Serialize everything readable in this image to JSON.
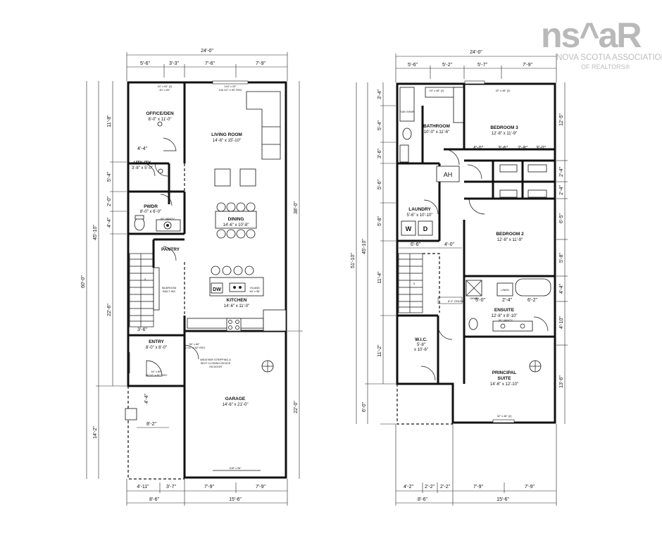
{
  "logo": {
    "mark": "ns^aR",
    "line1": "NOVA SCOTIA ASSOCIATION",
    "line2": "OF REALTORS®"
  },
  "main_floor": {
    "overall_width": "24'-0\"",
    "top_dims": [
      "5'-6\"",
      "3'-3\"",
      "7'-6\"",
      "7'-9\""
    ],
    "bottom_dims": [
      "4'-11\"",
      "3'-7\"",
      "7'-9\"",
      "7'-9\""
    ],
    "bottom_totals": [
      "8'-6\"",
      "15'-6\""
    ],
    "left_outer": "60'-0\"",
    "left_mid": [
      "45'-10\"",
      "14'-2\""
    ],
    "left_inner": [
      "11'-8\"",
      "5'-4\"",
      "2'-0\"",
      "4'-4\"",
      "22'-6\""
    ],
    "right_dims": [
      "38'-0\"",
      "22'-0\""
    ],
    "inner_dims": [
      "4'-4\"",
      "3'-6\"",
      "4'-4\"",
      "8'-2\""
    ],
    "rooms": {
      "office": {
        "name": "OFFICE/DEN",
        "dim": "8'-0\" x 11'-0\""
      },
      "utility": {
        "name": "UTILITY",
        "dim": "3'-8\" x 5'-0\""
      },
      "pwdr": {
        "name": "PWDR",
        "dim": "8'-0\" x 6'-0\""
      },
      "pantry": {
        "name": "PANTRY"
      },
      "living": {
        "name": "LIVING ROOM",
        "dim": "14'-6\" x 15'-10\""
      },
      "dining": {
        "name": "DINING",
        "dim": "14'-6\" x 10'-8\""
      },
      "kitchen": {
        "name": "KITCHEN",
        "dim": "14'-6\" x 11'-0\""
      },
      "entry": {
        "name": "ENTRY",
        "dim": "8'-0\" x 8'-0\""
      },
      "garage": {
        "name": "GARAGE",
        "dim": "14'-6\" x 21'-0\""
      }
    },
    "labels": {
      "mudroom": "MUDROOM",
      "builtins": "BUILT-INS",
      "dw": "DW",
      "island": "ISLAND",
      "island_dim": "48\" x 96\"",
      "vanity": "60\" VANITY",
      "weather_1": "WEATHER STRIPPING &",
      "weather_2": "SELF CLOSING DEVICE",
      "weather_3": "ON DOOR",
      "window_living_1": "144\" x 20\"",
      "window_living_2": "146 1/2\" x 95\" RSO",
      "window_office_1": "24\" x 54\" (2)",
      "window_office_2": "40\" x 84\"",
      "door_entry_1": "34\" x 80\"",
      "door_entry_2": "36 1/2\" x 81\" RSO",
      "door_garage_1": "36\" x 80\"",
      "door_garage_2": "38 1/2\" x 82\" RSO",
      "garage_door": "108\" x 96\"",
      "stair_mark": "5"
    }
  },
  "upper_floor": {
    "overall_width": "24'-0\"",
    "top_dims": [
      "5'-6\"",
      "5'-2\"",
      "5'-7\"",
      "7'-9\""
    ],
    "bottom_dims": [
      "4'-2\"",
      "2'-2\"",
      "2'-2\"",
      "7'-9\"",
      "7'-9\""
    ],
    "bottom_totals": [
      "8'-6\"",
      "15'-6\""
    ],
    "left_outer": "51'-10\"",
    "left_mid": [
      "45'-10\"",
      "6'-0\""
    ],
    "left_inner": [
      "3'-4\"",
      "5'-4\"",
      "3'-6\"",
      "5'-6\"",
      "5'-8\"",
      "11'-4\"",
      "11'-2\""
    ],
    "right_dims": [
      "12'-5\"",
      "2'-4\"",
      "2'-4\"",
      "6'-5\"",
      "5'-8\"",
      "4'-4\"",
      "4'-10\"",
      "13'-6\""
    ],
    "inner_dims": [
      "4'-0\"",
      "3'-6\"",
      "2'-8\"",
      "3'-0\"",
      "6'-6\"",
      "4'-0\"",
      "5'-0\"",
      "2'-4\"",
      "6'-2\""
    ],
    "rooms": {
      "bathroom": {
        "name": "BATHROOM",
        "dim": "10'-0\" x 11'-6\""
      },
      "bedroom3": {
        "name": "BEDROOM 3",
        "dim": "12'-8\" x 11'-9\""
      },
      "laundry": {
        "name": "LAUNDRY",
        "dim": "5'-6\" x 10'-10\""
      },
      "bedroom2": {
        "name": "BEDROOM 2",
        "dim": "12'-8\" x 11'-9\""
      },
      "ensuite": {
        "name": "ENSUITE",
        "dim": "12'-8\" x 8'-10\""
      },
      "wic": {
        "name": "W.I.C.",
        "dim1": "5'-8\"",
        "dim2": "x 10'-6\""
      },
      "principal": {
        "name": "PRINCIPAL",
        "name2": "SUITE",
        "dim": "14'-6\" x 12'-10\""
      }
    },
    "labels": {
      "ah": "AH",
      "washer": "W",
      "dryer": "D",
      "ceiling": "8'-0\" CEILING",
      "linen": "LINEN",
      "tub": "TUB/ SHWR",
      "shower": "SHWR",
      "vanity": "60\" VANITY",
      "window_bath": "24\" x 48\" (2)",
      "window_bed3": "32\" x 48\" (2)",
      "window_principal": "32\" x 48\" (2)",
      "stair_mark": "5"
    }
  }
}
